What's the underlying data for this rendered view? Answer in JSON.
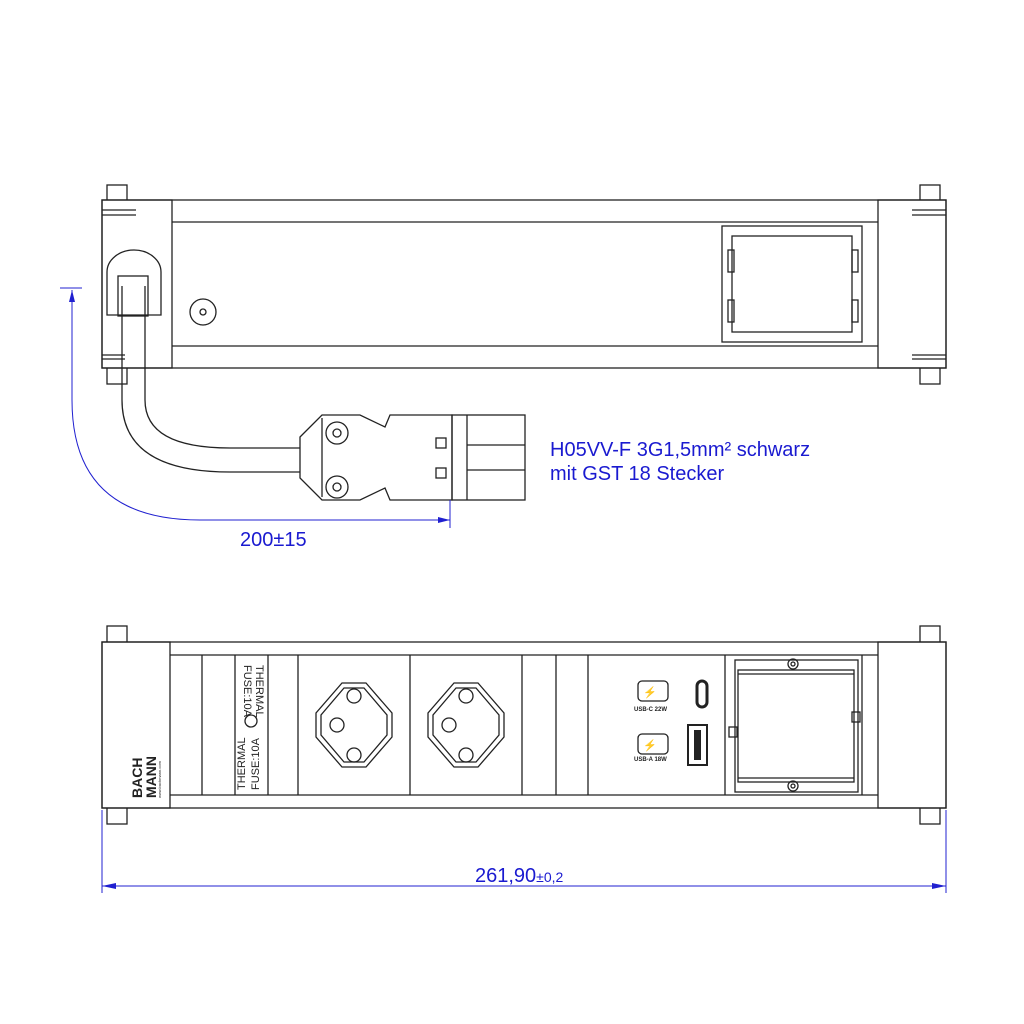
{
  "annotations": {
    "cable_spec_line1": "H05VV-F 3G1,5mm² schwarz",
    "cable_spec_line2": "mit GST 18 Stecker",
    "cable_length": "200±15",
    "total_length": "261,90",
    "total_length_tolerance": "±0,2"
  },
  "labels": {
    "fuse_label_top_1": "THERMAL",
    "fuse_label_top_2": "FUSE:10A",
    "fuse_label_bottom_1": "THERMAL",
    "fuse_label_bottom_2": "FUSE:10A",
    "usb_c": "USB-C 22W",
    "usb_a": "USB-A 18W"
  },
  "logo": {
    "line1": "BACH",
    "line2": "MANN",
    "url": "www.bachmann.com"
  },
  "colors": {
    "dimension": "#1a1ad0",
    "outline": "#222222"
  }
}
